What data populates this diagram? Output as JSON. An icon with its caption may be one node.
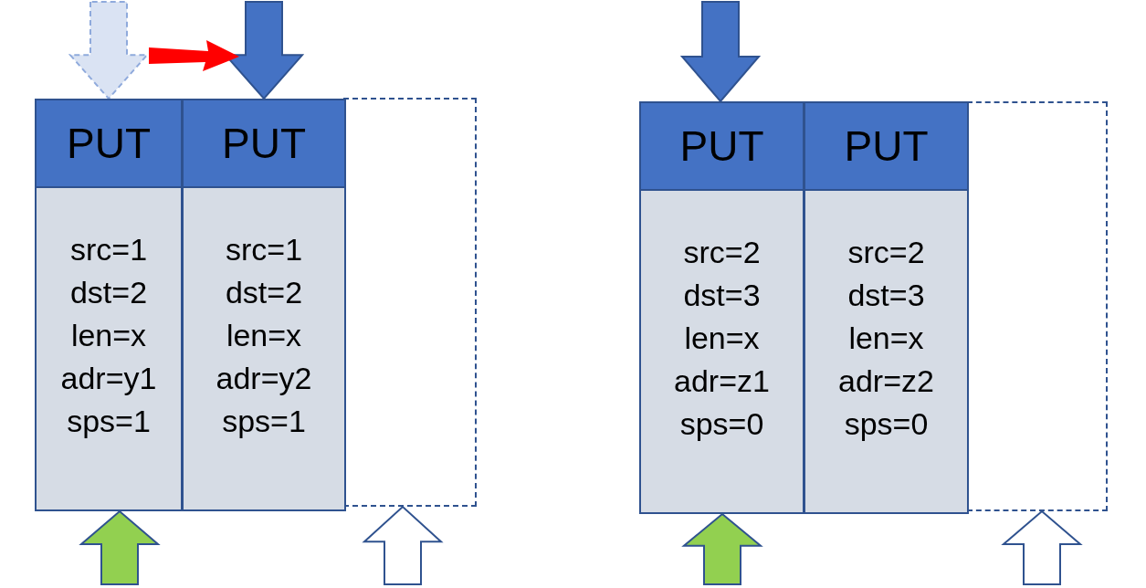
{
  "diagram": {
    "nodes": [
      {
        "text": [
          "PUT",
          "src=1",
          "dst=2",
          "len=x",
          "adr=y1",
          "sps=1"
        ]
      },
      {
        "text": [
          "PUT",
          "src=1",
          "dst=2",
          "len=x",
          "adr=y2",
          "sps=1"
        ]
      },
      {
        "text": [],
        "shape": "box"
      },
      {
        "text": [
          "PUT",
          "src=2",
          "dst=3",
          "len=x",
          "adr=z1",
          "sps=0"
        ]
      },
      {
        "text": [
          "PUT",
          "src=2",
          "dst=3",
          "len=x",
          "adr=z2",
          "sps=0"
        ]
      },
      {
        "text": [],
        "shape": "box"
      }
    ],
    "edges": [
      {
        "from": null,
        "to": 0,
        "arrow": "to",
        "style": "dashed",
        "color": "#dae3f3"
      },
      {
        "from": null,
        "to": 1,
        "arrow": "to",
        "color": "#4472c4"
      },
      {
        "from": null,
        "to": 0,
        "arrow": "to",
        "color": "#92d050"
      },
      {
        "from": null,
        "to": 2,
        "arrow": "to",
        "color": "#ffffff"
      },
      {
        "from": null,
        "to": 3,
        "arrow": "to",
        "color": "#4472c4"
      },
      {
        "from": null,
        "to": 3,
        "arrow": "to",
        "color": "#92d050"
      },
      {
        "from": null,
        "to": 5,
        "arrow": "to",
        "color": "#ffffff"
      }
    ]
  }
}
